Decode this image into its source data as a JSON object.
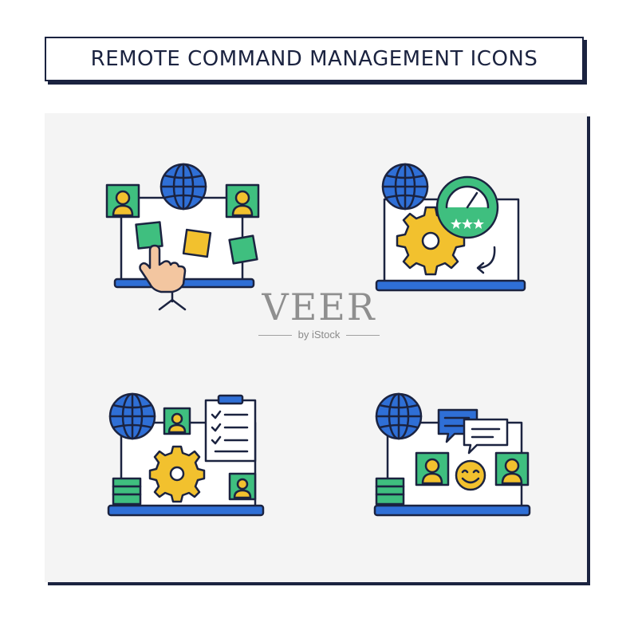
{
  "title": "REMOTE COMMAND MANAGEMENT ICONS",
  "watermark": {
    "brand": "VEER",
    "sub": "by iStock"
  },
  "icons": [
    {
      "name": "remote-whiteboard-icon"
    },
    {
      "name": "performance-rating-icon"
    },
    {
      "name": "remote-tasks-icon"
    },
    {
      "name": "team-communication-icon"
    }
  ],
  "colors": {
    "outline": "#1b2340",
    "blue": "#2f6fd6",
    "green": "#3fbf7f",
    "yellow": "#f2c12e",
    "skin": "#f3c6a0",
    "screen": "#ffffff",
    "panel": "#f4f4f4"
  }
}
